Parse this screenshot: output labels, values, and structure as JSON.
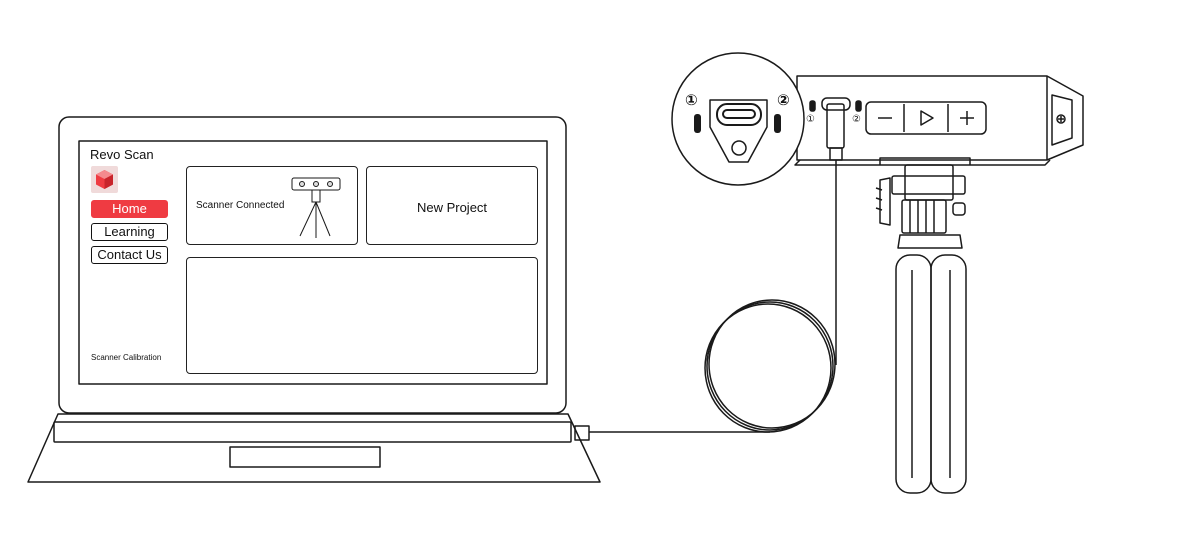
{
  "app": {
    "title": "Revo Scan",
    "nav": {
      "home": "Home",
      "learning": "Learning",
      "contact": "Contact Us"
    },
    "calibration_link": "Scanner Calibration",
    "card_connected_label": "Scanner Connected",
    "card_new_project_label": "New Project"
  },
  "ports": {
    "port1": "①",
    "port2": "②"
  },
  "colors": {
    "accent": "#ef3b42",
    "line": "#1a1a1a"
  },
  "icons": [
    "logo-icon",
    "play-icon",
    "minus-icon",
    "plus-icon",
    "usb-c-port-icon"
  ]
}
